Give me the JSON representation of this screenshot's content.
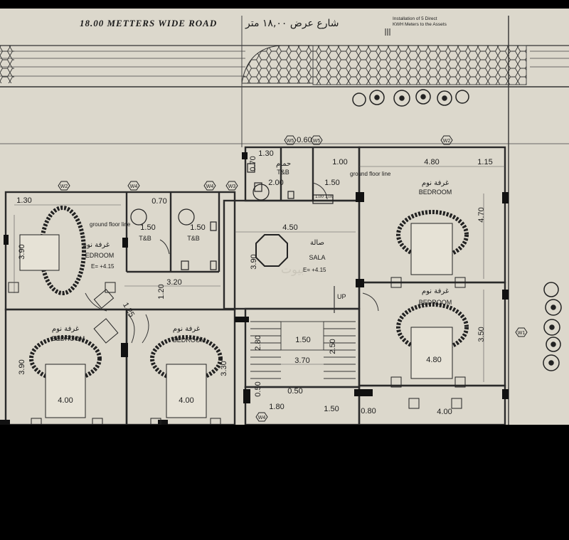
{
  "road": {
    "english": "18.00 METTERS WIDE ROAD",
    "arabic": "شارع عرض ١٨,٠٠ متر"
  },
  "note": {
    "line1": "Installation of 5 Direct",
    "line2": "KWH Meters to the Assets"
  },
  "windows": [
    "W5",
    "W5",
    "W2",
    "W2",
    "W4",
    "W4",
    "W3",
    "W1",
    "W4"
  ],
  "rooms": {
    "bedroom_en": "BEDROOM",
    "bedroom_ar": "غرفة نوم",
    "bedroom_partial": "EDROOM",
    "bath": "T&B",
    "bath_ar": "حمام",
    "sala_en": "SALA",
    "sala_ar": "صالة",
    "ground_floor_line": "ground floor line",
    "ground_floor_line_left": "ground floor line",
    "up": "UP"
  },
  "levels": {
    "left_bedroom": "E= +4.15",
    "sala": "E= +4.15"
  },
  "dimensions": {
    "d_130_top": "1.30",
    "d_060": "0.60",
    "d_100": "1.00",
    "d_480_top": "4.80",
    "d_115": "1.15",
    "d_070_bath": "0.70",
    "d_200": "2.00",
    "d_150_bath": "1.50",
    "d_100_small": "1.00",
    "d_100_small2": "1.00",
    "d_470": "4.70",
    "d_130_left": "1.30",
    "d_070_left": "0.70",
    "d_150_tb1": "1.50",
    "d_150_tb2": "1.50",
    "d_450": "4.50",
    "d_390_left": "3.90",
    "d_390_sala": "3.90",
    "d_120": "1.20",
    "d_320": "3.20",
    "d_125": "1.25",
    "d_350": "3.50",
    "d_480_right": "4.80",
    "d_280": "2.80",
    "d_150_stair": "1.50",
    "d_250": "2.50",
    "d_370": "3.70",
    "d_390_bl": "3.90",
    "d_400_bl": "4.00",
    "d_400_bm": "4.00",
    "d_330": "3.30",
    "d_050_a": "0.50",
    "d_050_b": "0.50",
    "d_180": "1.80",
    "d_150_bot": "1.50",
    "d_080": "0.80",
    "d_400_br": "4.00"
  },
  "watermark": "بيوت",
  "colors": {
    "paper": "#dcd8cc",
    "ink": "#1c1c1c",
    "background": "#000000"
  }
}
